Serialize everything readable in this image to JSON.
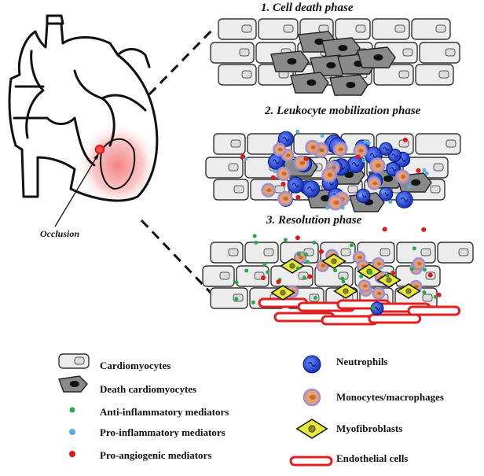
{
  "phases": [
    {
      "title": "1. Cell death phase"
    },
    {
      "title": "2. Leukocyte mobilization phase"
    },
    {
      "title": "3. Resolution phase"
    }
  ],
  "heart": {
    "occlusion_label": "Occlusion"
  },
  "legend": [
    {
      "label": "Cardiomyocytes",
      "icon": "cardiomyocyte-icon"
    },
    {
      "label": "Death cardiomyocytes",
      "icon": "dead-cardiomyocyte-icon"
    },
    {
      "label": "Anti-inflammatory mediators",
      "icon": "green-dot-icon"
    },
    {
      "label": "Pro-inflammatory mediators",
      "icon": "blue-dot-icon"
    },
    {
      "label": "Pro-angiogenic mediators",
      "icon": "red-dot-icon"
    },
    {
      "label": "Neutrophils",
      "icon": "neutrophil-icon"
    },
    {
      "label": "Monocytes/macrophages",
      "icon": "monocyte-icon"
    },
    {
      "label": "Myofibroblasts",
      "icon": "myofibroblast-icon"
    },
    {
      "label": "Endothelial cells",
      "icon": "endothelial-cell-icon"
    }
  ],
  "colors": {
    "infarct_glow": "#f26b6b",
    "neutrophil": "#1e3fd6",
    "monocyte": "#e8a06a",
    "monocyte_ring": "#9a8fd8",
    "anti_mediator": "#2aa84a",
    "pro_mediator": "#5aaee0",
    "angio_mediator": "#e01818",
    "myofibroblast": "#e8e83a",
    "endothelial": "#e02020",
    "dead_cell": "#8a8a8a",
    "cell_fill": "#ececec"
  }
}
